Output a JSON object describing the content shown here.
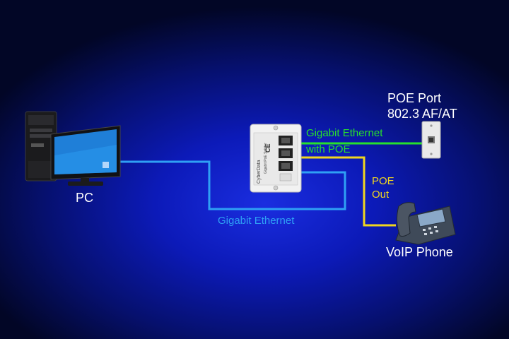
{
  "nodes": {
    "pc": {
      "label": "PC"
    },
    "poe_port": {
      "line1": "POE Port",
      "line2": "802.3 AF/AT"
    },
    "voip_phone": {
      "label": "VoIP Phone"
    },
    "splitter": {
      "brand": "CyberData",
      "model": "Gigabit PoE Splitter",
      "ce_mark": "CE"
    }
  },
  "links": {
    "gigabit_ethernet_poe": {
      "line1": "Gigabit Ethernet",
      "line2": "with POE",
      "color": "#27e12c"
    },
    "poe_out": {
      "line1": "POE",
      "line2": "Out",
      "color": "#f1d61f"
    },
    "gigabit_ethernet": {
      "label": "Gigabit Ethernet",
      "color": "#2fa0f5"
    }
  },
  "icons": [
    "desktop-pc-icon",
    "poe-splitter-device",
    "wall-jack-icon",
    "voip-phone-icon"
  ]
}
